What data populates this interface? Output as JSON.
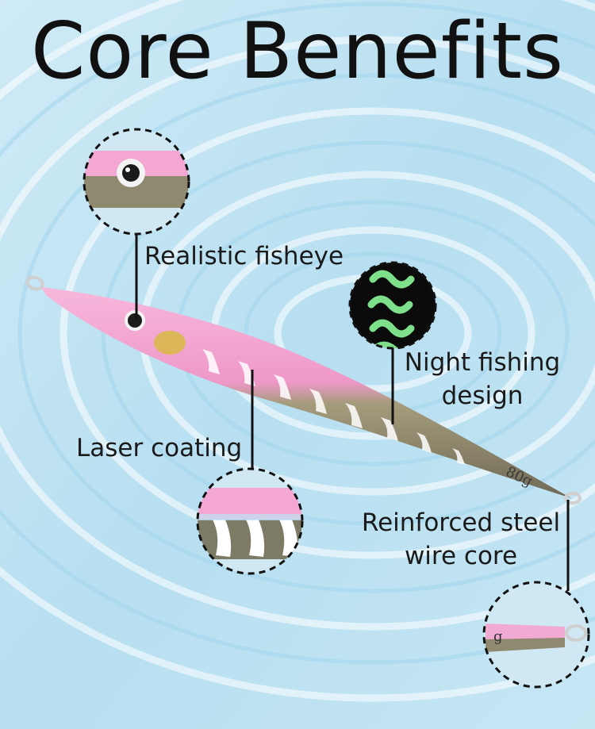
{
  "title": "Core Benefits",
  "callouts": {
    "fisheye": "Realistic fisheye",
    "night_line1": "Night fishing",
    "night_line2": "design",
    "laser": "Laser coating",
    "wire_line1": "Reinforced steel",
    "wire_line2": "wire core"
  },
  "lure": {
    "weight_mark": "80g",
    "tail_mark": "g"
  },
  "colors": {
    "water": "#bfe3f3",
    "lure_pink": "#f3a9d1",
    "lure_silver": "#8f8a6f",
    "glow_green": "#7ee08a"
  }
}
